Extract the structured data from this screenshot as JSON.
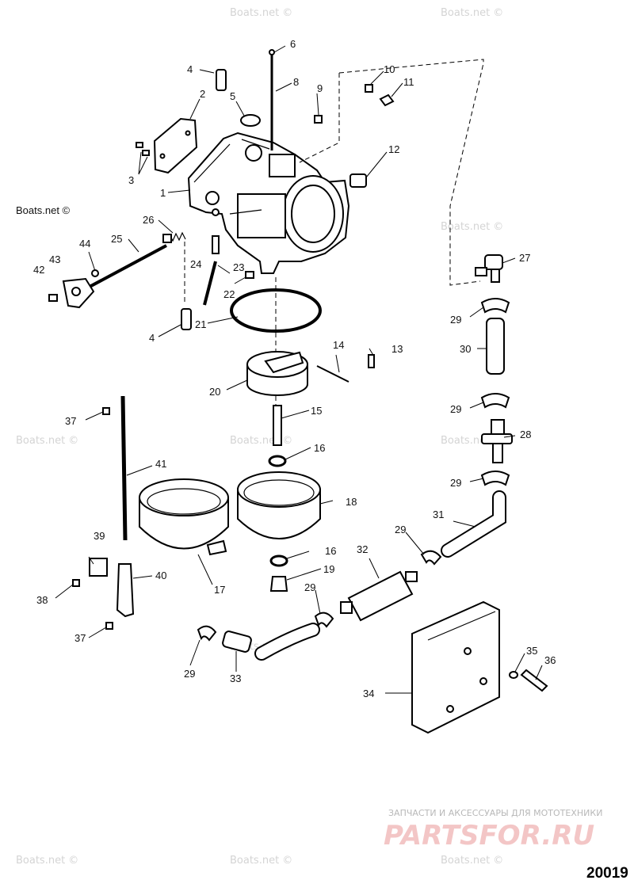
{
  "figure_number": "20019",
  "watermark_text": "Boats.net ©",
  "brand_tagline": "ЗАПЧАСТИ И АКСЕССУАРЫ ДЛЯ МОТОТЕХНИКИ",
  "brand_logo": "PARTSFOR.RU",
  "callouts": [
    {
      "id": "c1",
      "label": "1"
    },
    {
      "id": "c2",
      "label": "2"
    },
    {
      "id": "c3",
      "label": "3"
    },
    {
      "id": "c4a",
      "label": "4"
    },
    {
      "id": "c4b",
      "label": "4"
    },
    {
      "id": "c5",
      "label": "5"
    },
    {
      "id": "c6",
      "label": "6"
    },
    {
      "id": "c8",
      "label": "8"
    },
    {
      "id": "c9",
      "label": "9"
    },
    {
      "id": "c10",
      "label": "10"
    },
    {
      "id": "c11",
      "label": "11"
    },
    {
      "id": "c12",
      "label": "12"
    },
    {
      "id": "c13",
      "label": "13"
    },
    {
      "id": "c14",
      "label": "14"
    },
    {
      "id": "c15",
      "label": "15"
    },
    {
      "id": "c16a",
      "label": "16"
    },
    {
      "id": "c16b",
      "label": "16"
    },
    {
      "id": "c17",
      "label": "17"
    },
    {
      "id": "c18",
      "label": "18"
    },
    {
      "id": "c19",
      "label": "19"
    },
    {
      "id": "c20",
      "label": "20"
    },
    {
      "id": "c21",
      "label": "21"
    },
    {
      "id": "c22",
      "label": "22"
    },
    {
      "id": "c23",
      "label": "23"
    },
    {
      "id": "c24",
      "label": "24"
    },
    {
      "id": "c25",
      "label": "25"
    },
    {
      "id": "c26",
      "label": "26"
    },
    {
      "id": "c27",
      "label": "27"
    },
    {
      "id": "c28",
      "label": "28"
    },
    {
      "id": "c29a",
      "label": "29"
    },
    {
      "id": "c29b",
      "label": "29"
    },
    {
      "id": "c29c",
      "label": "29"
    },
    {
      "id": "c29d",
      "label": "29"
    },
    {
      "id": "c29e",
      "label": "29"
    },
    {
      "id": "c29f",
      "label": "29"
    },
    {
      "id": "c30",
      "label": "30"
    },
    {
      "id": "c31",
      "label": "31"
    },
    {
      "id": "c32",
      "label": "32"
    },
    {
      "id": "c33",
      "label": "33"
    },
    {
      "id": "c34",
      "label": "34"
    },
    {
      "id": "c35",
      "label": "35"
    },
    {
      "id": "c36",
      "label": "36"
    },
    {
      "id": "c37a",
      "label": "37"
    },
    {
      "id": "c37b",
      "label": "37"
    },
    {
      "id": "c38",
      "label": "38"
    },
    {
      "id": "c39",
      "label": "39"
    },
    {
      "id": "c40",
      "label": "40"
    },
    {
      "id": "c41",
      "label": "41"
    },
    {
      "id": "c42",
      "label": "42"
    },
    {
      "id": "c43",
      "label": "43"
    },
    {
      "id": "c44",
      "label": "44"
    }
  ]
}
